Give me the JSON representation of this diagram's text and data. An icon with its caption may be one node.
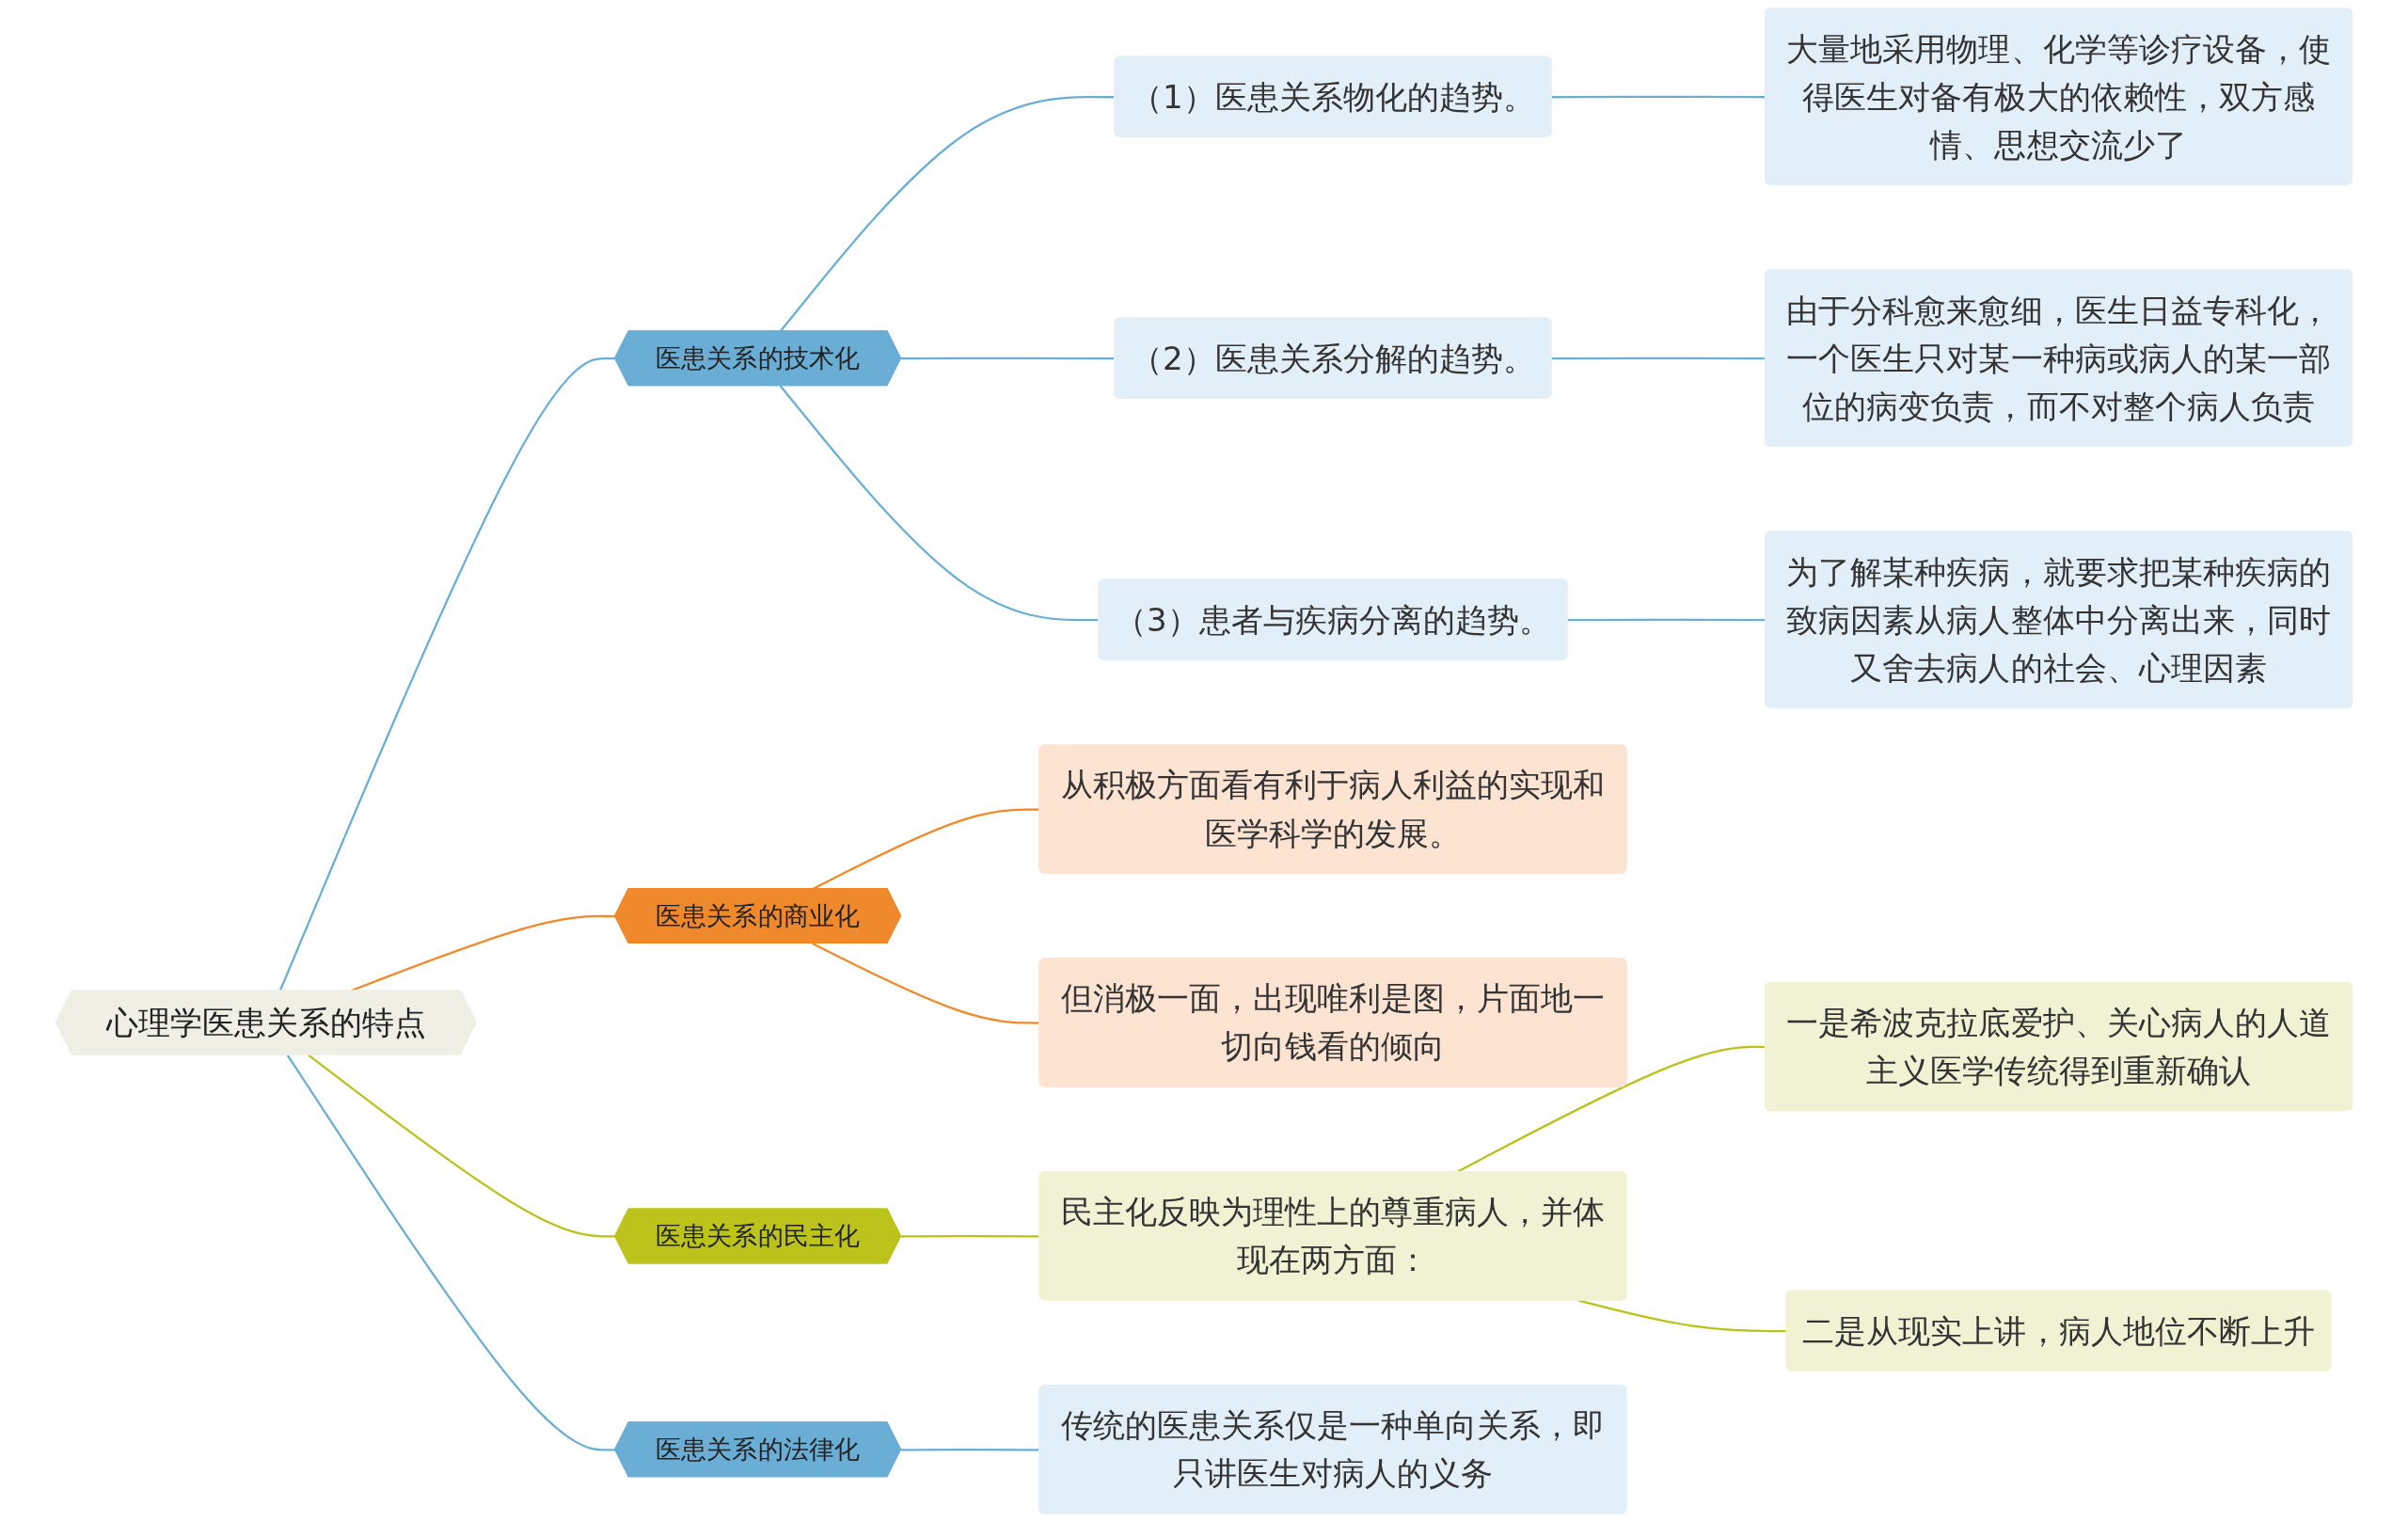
{
  "diagram": {
    "nodes": [
      {
        "text": [
          "心理学医患关系的特点"
        ]
      },
      {
        "text": [
          "医患关系的技术化"
        ]
      },
      {
        "text": [
          "（1）医患关系物化的趋势。"
        ]
      },
      {
        "text": [
          "大量地采用物理、化学等诊疗设备，使得医生对备有极大的依赖性，双方感情、思想交流少了"
        ]
      },
      {
        "text": [
          "（2）医患关系分解的趋势。"
        ]
      },
      {
        "text": [
          "由于分科愈来愈细，医生日益专科化，一个医生只对某一种病或病人的某一部位的病变负责，而不对整个病人负责"
        ]
      },
      {
        "text": [
          "（3）患者与疾病分离的趋势。"
        ]
      },
      {
        "text": [
          "为了解某种疾病，就要求把某种疾病的致病因素从病人整体中分离出来，同时又舍去病人的社会、心理因素"
        ]
      },
      {
        "text": [
          "医患关系的商业化"
        ]
      },
      {
        "text": [
          "从积极方面看有利于病人利益的实现和医学科学的发展。"
        ]
      },
      {
        "text": [
          "但消极一面，出现唯利是图，片面地一切向钱看的倾向"
        ]
      },
      {
        "text": [
          "医患关系的民主化"
        ]
      },
      {
        "text": [
          "民主化反映为理性上的尊重病人，并体现在两方面："
        ]
      },
      {
        "text": [
          "一是希波克拉底爱护、关心病人的人道主义医学传统得到重新确认"
        ]
      },
      {
        "text": [
          "二是从现实上讲，病人地位不断上升"
        ]
      },
      {
        "text": [
          "医患关系的法律化"
        ]
      },
      {
        "text": [
          "传统的医患关系仅是一种单向关系，即只讲医生对病人的义务"
        ]
      }
    ],
    "edges": [
      {
        "from": 0,
        "to": 1,
        "arrow": "none"
      },
      {
        "from": 1,
        "to": 2,
        "arrow": "none"
      },
      {
        "from": 2,
        "to": 3,
        "arrow": "none"
      },
      {
        "from": 1,
        "to": 4,
        "arrow": "none"
      },
      {
        "from": 4,
        "to": 5,
        "arrow": "none"
      },
      {
        "from": 1,
        "to": 6,
        "arrow": "none"
      },
      {
        "from": 6,
        "to": 7,
        "arrow": "none"
      },
      {
        "from": 0,
        "to": 8,
        "arrow": "none",
        "color": "#f0892b"
      },
      {
        "from": 8,
        "to": 9,
        "arrow": "none",
        "color": "#f0892b"
      },
      {
        "from": 8,
        "to": 10,
        "arrow": "none",
        "color": "#f0892b"
      },
      {
        "from": 0,
        "to": 11,
        "arrow": "none",
        "color": "#b8c21a"
      },
      {
        "from": 11,
        "to": 12,
        "arrow": "none",
        "color": "#b8c21a"
      },
      {
        "from": 12,
        "to": 13,
        "arrow": "none",
        "color": "#b8c21a"
      },
      {
        "from": 12,
        "to": 14,
        "arrow": "none",
        "color": "#b8c21a"
      },
      {
        "from": 0,
        "to": 15,
        "arrow": "none"
      },
      {
        "from": 15,
        "to": 16,
        "arrow": "none"
      }
    ]
  }
}
